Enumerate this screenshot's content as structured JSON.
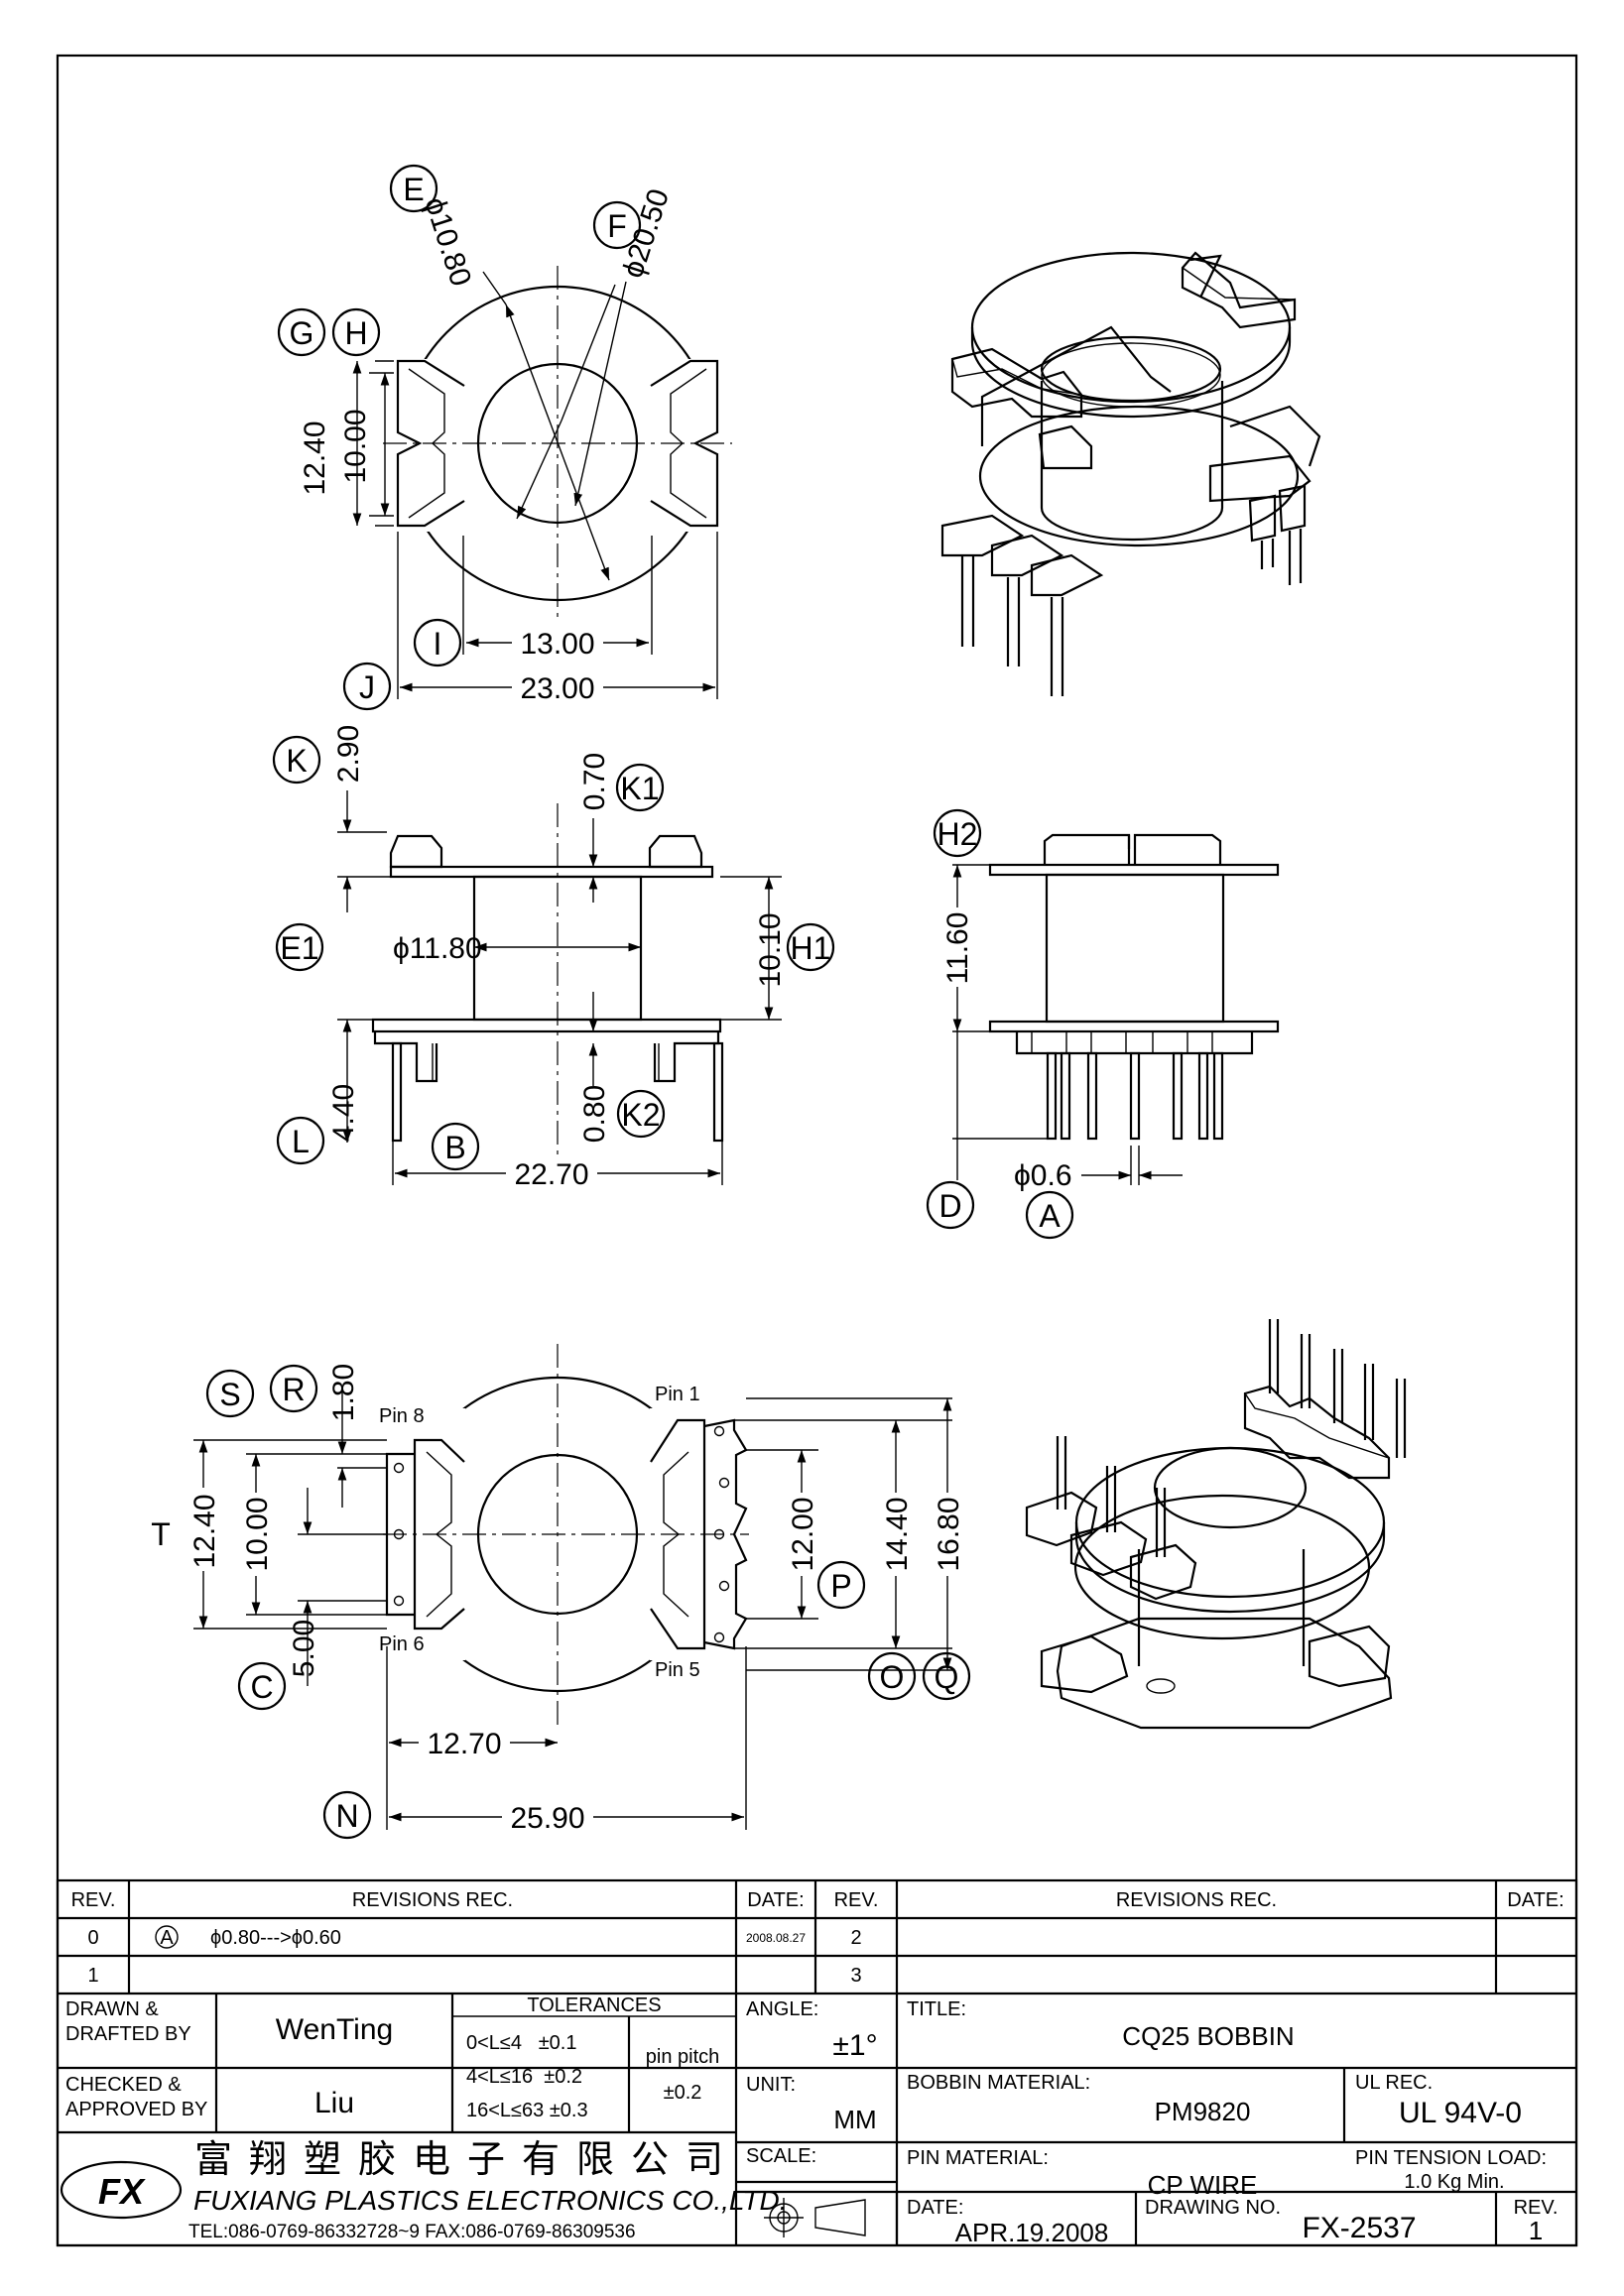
{
  "views": {
    "top": {
      "callouts": [
        "E",
        "F",
        "G",
        "H",
        "I",
        "J"
      ],
      "dims": {
        "e": "ϕ10.80",
        "f": "ϕ20.50",
        "g": "12.40",
        "h": "10.00",
        "i": "13.00",
        "j": "23.00"
      }
    },
    "front": {
      "callouts": [
        "K",
        "K1",
        "E1",
        "H1",
        "L",
        "B",
        "K2"
      ],
      "dims": {
        "k": "2.90",
        "k1": "0.70",
        "e1": "ϕ11.80",
        "h1": "10.10",
        "l": "4.40",
        "b": "22.70",
        "k2": "0.80"
      }
    },
    "side": {
      "callouts": [
        "H2",
        "D",
        "A"
      ],
      "dims": {
        "h2": "11.60",
        "a": "ϕ0.6"
      }
    },
    "bottom": {
      "callouts": [
        "S",
        "R",
        "T",
        "C",
        "P",
        "O",
        "Q",
        "N"
      ],
      "dims": {
        "r": "1.80",
        "t": "12.40",
        "s": "10.00",
        "c": "5.00",
        "p": "12.00",
        "o": "14.40",
        "q": "16.80",
        "c2": "12.70",
        "n": "25.90"
      },
      "pins": {
        "pin1": "Pin 1",
        "pin5": "Pin 5",
        "pin6": "Pin 6",
        "pin8": "Pin 8"
      }
    }
  },
  "title_block": {
    "revisions_left": {
      "headers": [
        "REV.",
        "REVISIONS REC.",
        "DATE:"
      ],
      "rows": [
        {
          "rev": "0",
          "mark": "A",
          "desc": "ϕ0.80--->ϕ0.60",
          "date": "2008.08.27"
        },
        {
          "rev": "1",
          "mark": "",
          "desc": "",
          "date": ""
        }
      ]
    },
    "revisions_right": {
      "headers": [
        "REV.",
        "REVISIONS REC.",
        "DATE:"
      ],
      "rows": [
        {
          "rev": "2"
        },
        {
          "rev": "3"
        }
      ]
    },
    "drawn_label": "DRAWN & DRAFTED BY",
    "drawn_value": "WenTing",
    "checked_label": "CHECKED & APPROVED BY",
    "checked_value": "Liu",
    "tolerances": {
      "title": "TOLERANCES",
      "rows": [
        "0<L≤4   ±0.1",
        "4<L≤16  ±0.2",
        "16<L≤63 ±0.3"
      ],
      "pin_pitch_label": "pin pitch",
      "pin_pitch_value": "±0.2"
    },
    "angle_label": "ANGLE:",
    "angle_value": "±1°",
    "unit_label": "UNIT:",
    "unit_value": "MM",
    "scale_label": "SCALE:",
    "title_label": "TITLE:",
    "title_value": "CQ25 BOBBIN",
    "bobbin_material_label": "BOBBIN MATERIAL:",
    "bobbin_material_value": "PM9820",
    "ul_label": "UL REC.",
    "ul_value": "UL 94V-0",
    "pin_material_label": "PIN MATERIAL:",
    "pin_material_value": "CP WIRE",
    "pin_tension_label": "PIN TENSION LOAD:",
    "pin_tension_value": "1.0 Kg Min.",
    "date_label": "DATE:",
    "date_value": "APR.19.2008",
    "drawing_no_label": "DRAWING NO.",
    "drawing_no_value": "FX-2537",
    "rev_label": "REV.",
    "rev_value": "1",
    "company_cn": "富翔塑胶电子有限公司",
    "company_en": "FUXIANG PLASTICS ELECTRONICS CO.,LTD.",
    "company_contact": "TEL:086-0769-86332728~9  FAX:086-0769-86309536",
    "logo_text": "FX"
  }
}
